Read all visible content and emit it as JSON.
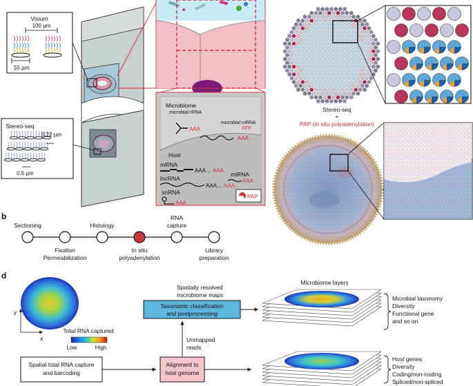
{
  "panel_labels": {
    "b": "b",
    "d": "d"
  },
  "panel_a": {
    "visium": {
      "title": "Visium",
      "spacing": "100 µm",
      "diameter": "55 µm"
    },
    "stereo": {
      "title": "Stereo-seq",
      "spacing": "0.22 µm",
      "diameter": "0.5 µm"
    },
    "inset": {
      "microbiome": "Microbiome",
      "microbial_rrna": "microbial rRNA",
      "microbial_mrna": "microbial mRNA",
      "atp": "ATP",
      "host": "Host",
      "mrna": "mRNA",
      "lncrna": "lncRNA",
      "mirna": "miRNA",
      "snrna": "snRNA",
      "aaa": "AAA",
      "aaa_dots": "AAA...",
      "pap": "PAP"
    },
    "right_caption_line1": "Stereo-seq",
    "right_caption_plus": "+",
    "right_caption_line2": "PAP (in situ polyadenylation)"
  },
  "panel_b": {
    "steps": [
      {
        "label_lines": [
          "Sectioning"
        ],
        "position": "above",
        "highlight": false
      },
      {
        "label_lines": [
          "Fixation",
          "Permeabilization"
        ],
        "position": "below",
        "highlight": false
      },
      {
        "label_lines": [
          "Histology"
        ],
        "position": "above",
        "highlight": false
      },
      {
        "label_lines": [
          "In situ",
          "polyadenylation"
        ],
        "position": "below",
        "highlight": true
      },
      {
        "label_lines": [
          "RNA",
          "capture"
        ],
        "position": "above",
        "highlight": false
      },
      {
        "label_lines": [
          "Library",
          "preparation"
        ],
        "position": "below",
        "highlight": false
      }
    ],
    "highlight_color": "#c9373f"
  },
  "panel_d": {
    "y_axis": "y",
    "x_axis": "x",
    "colorbar_title": "Total RNA captured",
    "colorbar_low": "Low",
    "colorbar_high": "High",
    "spatial_box": [
      "Spatial total RNA capture",
      "and barcoding"
    ],
    "align_box": [
      "Alignment to",
      "host genome"
    ],
    "taxo_box": [
      "Taxonomic classification",
      "and postprocessing"
    ],
    "unmapped": [
      "Unmapped",
      "reads"
    ],
    "resolved": [
      "Spatially resolved",
      "microbiome maps"
    ],
    "microbiome_layers": "Microbiome layers",
    "micro_list": [
      "Microbial taxonomy",
      "Diversity",
      "Functional gene",
      "and so on"
    ],
    "host_list": [
      "Host genes",
      "Diversity",
      "Coding/non-coding",
      "Spliced/non-spliced"
    ],
    "align_box_color": "#f7c3cc",
    "taxo_box_color": "#5db6dd"
  }
}
